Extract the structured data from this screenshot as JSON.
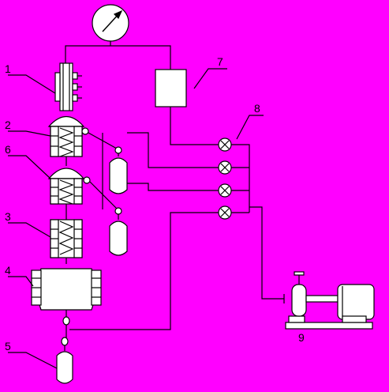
{
  "colors": {
    "background": "#ff00ff",
    "stroke": "#000000",
    "fill": "#ffffff"
  },
  "labels": {
    "l1": "1",
    "l2": "2",
    "l3": "3",
    "l4": "4",
    "l5": "5",
    "l6": "6",
    "l7": "7",
    "l8": "8",
    "l9": "9"
  }
}
